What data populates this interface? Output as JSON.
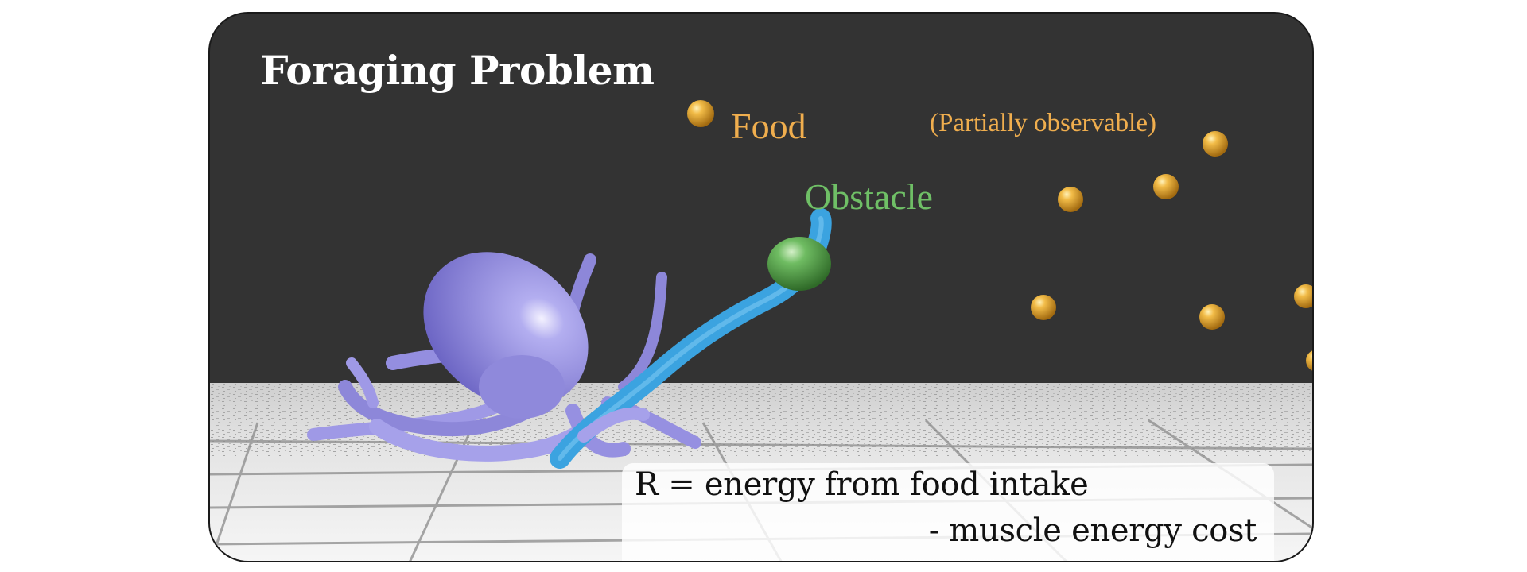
{
  "title": "Foraging Problem",
  "labels": {
    "food": "Food",
    "partially_observable": "(Partially observable)",
    "obstacle": "Obstacle"
  },
  "reward": {
    "line1": "R = energy from food intake",
    "line2": "- muscle energy cost"
  },
  "colors": {
    "background": "#333333",
    "food": "#e8a32e",
    "food_label": "#f0ae4e",
    "obstacle": "#5fae58",
    "obstacle_label": "#6fbf66",
    "octopus": "#9b95e3",
    "active_arm": "#3ba3e0",
    "floor": "#e6e6e6"
  },
  "icons": [
    "octopus-icon",
    "food-pellet-icon",
    "obstacle-icon"
  ]
}
